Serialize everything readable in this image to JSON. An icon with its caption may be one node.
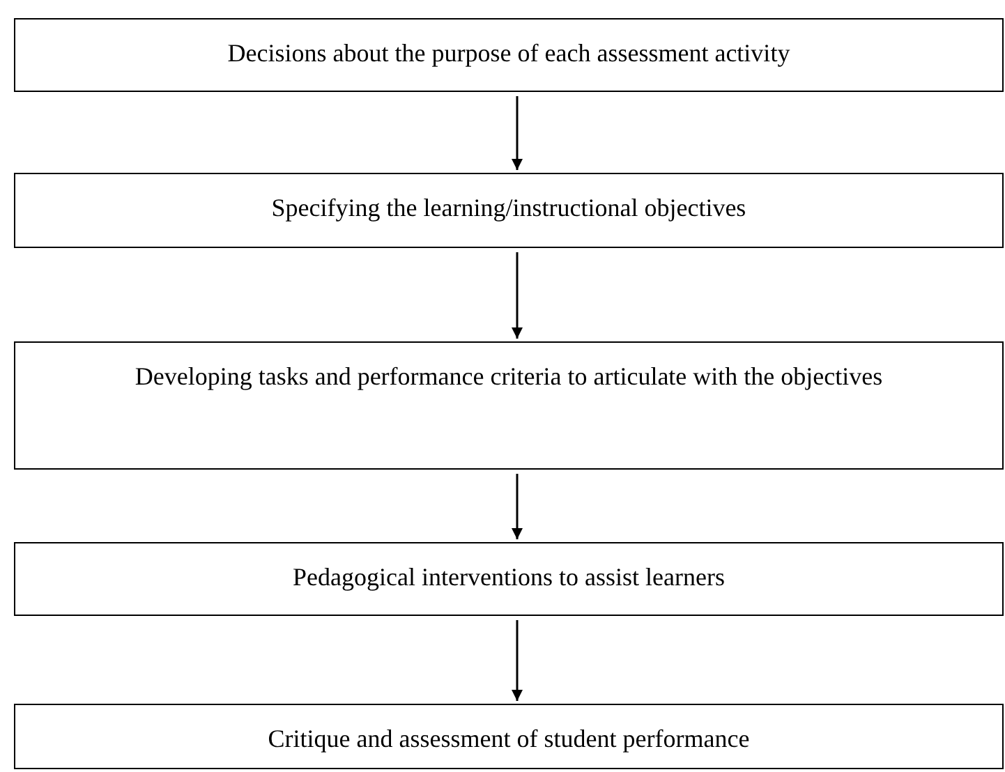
{
  "diagram": {
    "nodes": [
      {
        "text": [
          "Decisions about the purpose of each assessment activity"
        ]
      },
      {
        "text": [
          "Specifying the learning/instructional objectives"
        ]
      },
      {
        "text": [
          "Developing tasks and performance criteria to articulate with the objectives"
        ]
      },
      {
        "text": [
          "Pedagogical interventions to assist learners"
        ]
      },
      {
        "text": [
          "Critique and assessment of student performance"
        ]
      }
    ],
    "edges": [
      {
        "from": 0,
        "to": 1,
        "arrow": "to"
      },
      {
        "from": 1,
        "to": 2,
        "arrow": "to"
      },
      {
        "from": 2,
        "to": 3,
        "arrow": "to"
      },
      {
        "from": 3,
        "to": 4,
        "arrow": "to"
      }
    ]
  }
}
